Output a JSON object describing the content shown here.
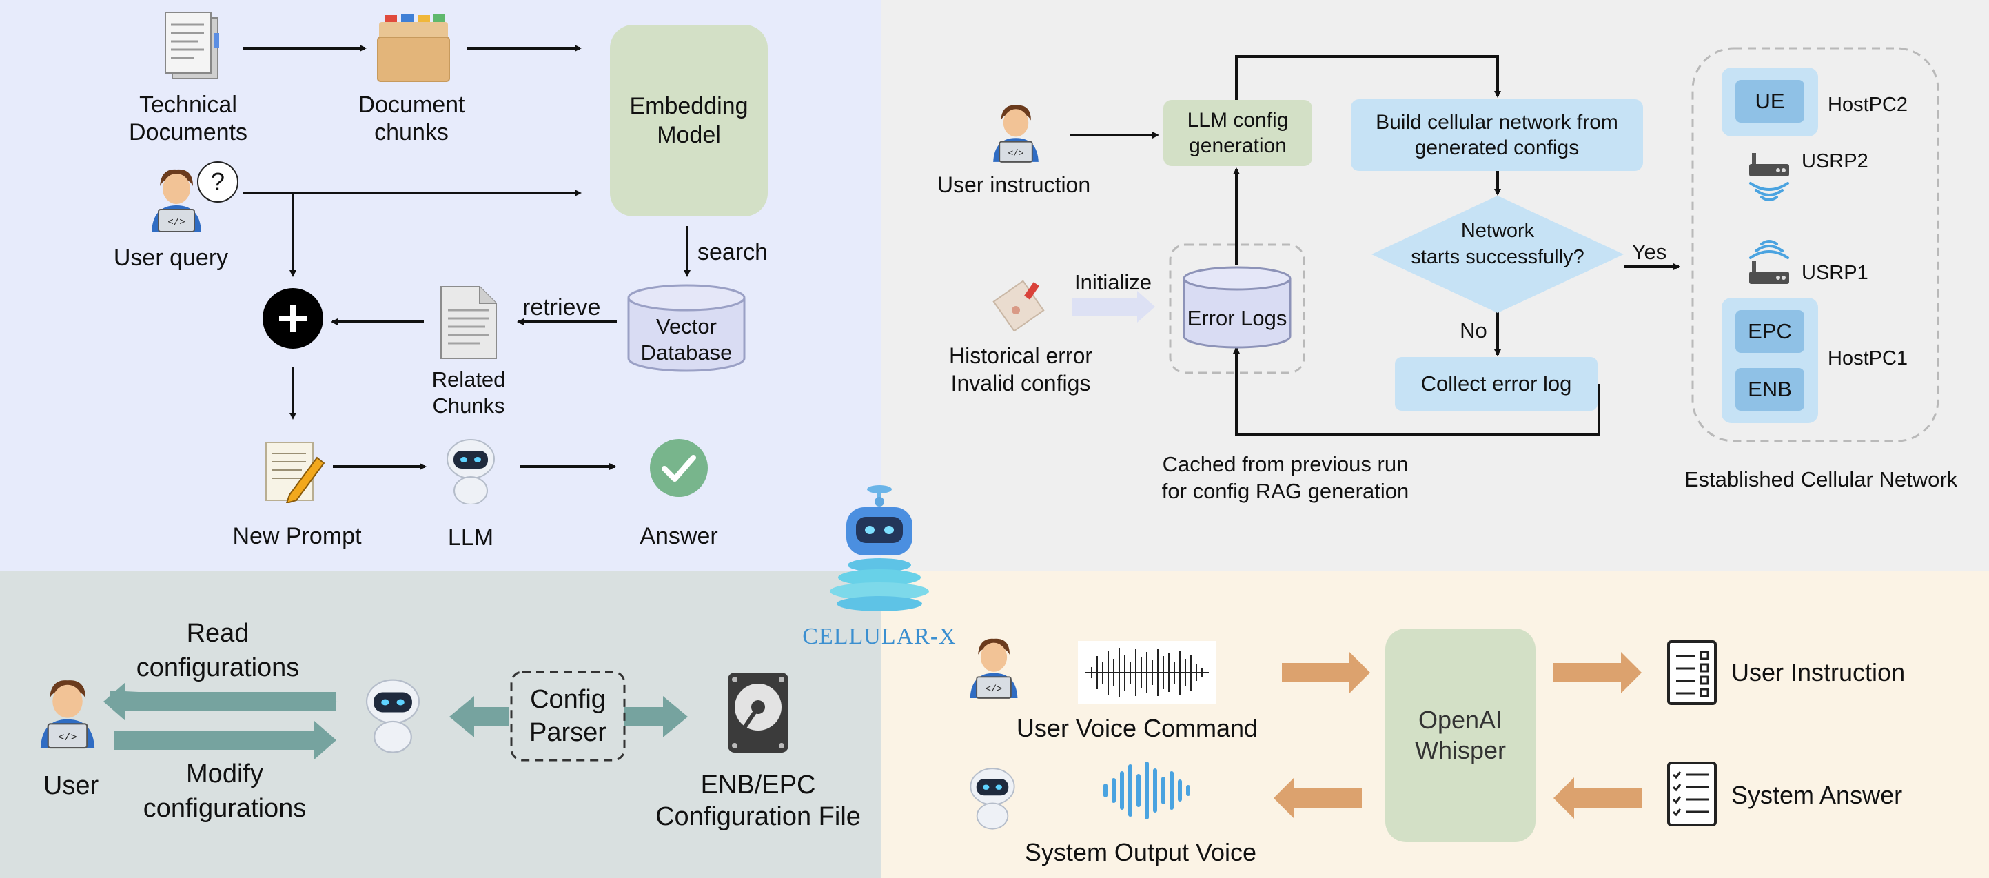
{
  "rag": {
    "technical_documents": "Technical\nDocuments",
    "document_chunks": "Document\nchunks",
    "embedding_model": "Embedding\nModel",
    "user_query": "User query",
    "search": "search",
    "retrieve": "retrieve",
    "vector_database": "Vector\nDatabase",
    "related_chunks": "Related\nChunks",
    "new_prompt": "New Prompt",
    "llm": "LLM",
    "answer": "Answer",
    "query_mark": "?"
  },
  "network": {
    "user_instruction": "User instruction",
    "llm_config_generation": "LLM config\ngeneration",
    "build_network": "Build cellular network from\ngenerated configs",
    "network_question": "Network\nstarts successfully?",
    "yes": "Yes",
    "no": "No",
    "collect_error_log": "Collect error log",
    "error_logs": "Error Logs",
    "initialize": "Initialize",
    "historical_error": "Historical error\nInvalid configs",
    "cached_note": "Cached from previous run\nfor config RAG generation",
    "ue": "UE",
    "hostpc2": "HostPC2",
    "usrp2": "USRP2",
    "usrp1": "USRP1",
    "epc": "EPC",
    "enb": "ENB",
    "hostpc1": "HostPC1",
    "established": "Established Cellular Network"
  },
  "logo": {
    "text": "CELLULAR-X"
  },
  "config": {
    "read": "Read\nconfigurations",
    "modify": "Modify\nconfigurations",
    "user": "User",
    "config_parser": "Config\nParser",
    "file": "ENB/EPC\nConfiguration File"
  },
  "voice": {
    "user_voice_command": "User Voice Command",
    "system_output_voice": "System Output Voice",
    "whisper": "OpenAI\nWhisper",
    "user_instruction": "User Instruction",
    "system_answer": "System Answer"
  },
  "colors": {
    "rag_bg": "#e7ebfb",
    "net_bg": "#efefef",
    "cfg_bg": "#d9e0e0",
    "voice_bg": "#fbf3e5",
    "green_box": "#d3e0c6",
    "blue_box": "#c6e2f5",
    "orange_arrow": "#dca26e",
    "teal_arrow": "#76a39f"
  }
}
